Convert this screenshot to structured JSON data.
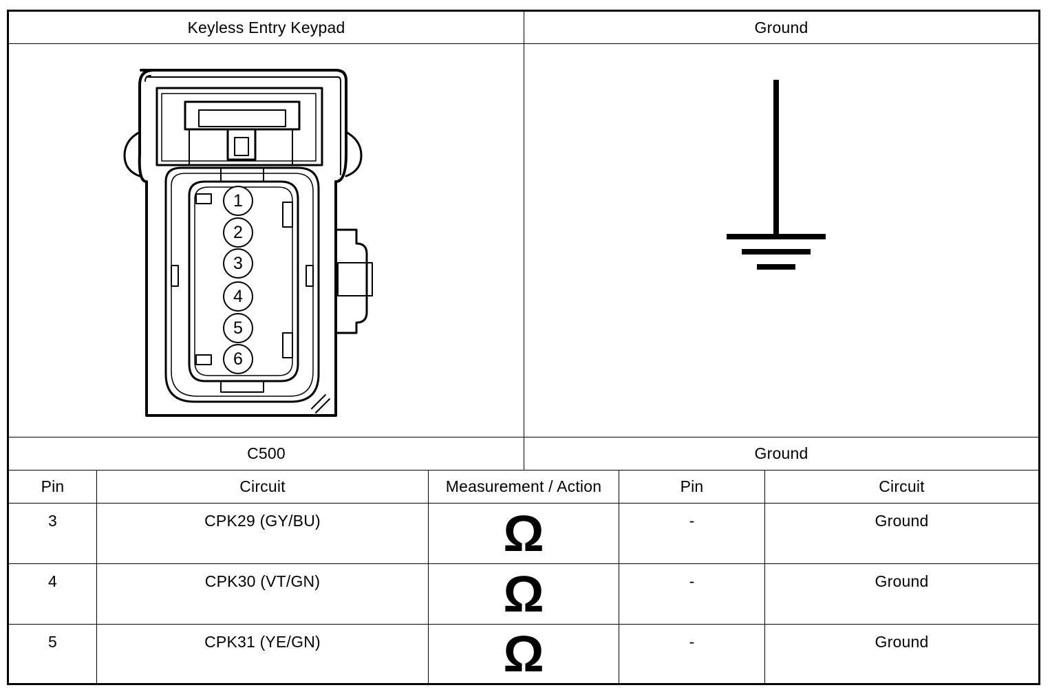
{
  "top_headers": {
    "left": "Keyless Entry Keypad",
    "right": "Ground"
  },
  "connector": {
    "pins": [
      "1",
      "2",
      "3",
      "4",
      "5",
      "6"
    ]
  },
  "mid_headers": {
    "left": "C500",
    "right": "Ground"
  },
  "table": {
    "columns": [
      "Pin",
      "Circuit",
      "Measurement / Action",
      "Pin",
      "Circuit"
    ],
    "rows": [
      {
        "pin": "3",
        "circuit": "CPK29 (GY/BU)",
        "pin2": "-",
        "circuit2": "Ground"
      },
      {
        "pin": "4",
        "circuit": "CPK30 (VT/GN)",
        "pin2": "-",
        "circuit2": "Ground"
      },
      {
        "pin": "5",
        "circuit": "CPK31 (YE/GN)",
        "pin2": "-",
        "circuit2": "Ground"
      }
    ]
  },
  "icons": {
    "measurement": "ohm-icon",
    "ground": "ground-symbol-icon"
  }
}
